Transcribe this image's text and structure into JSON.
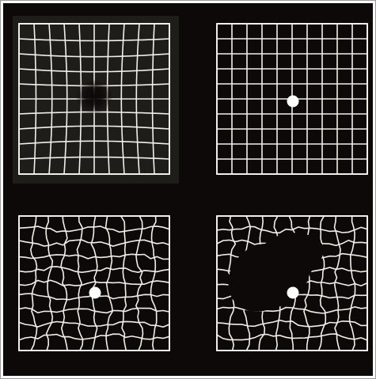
{
  "figure": {
    "background_color": "#0c0908",
    "frame_color": "#ffffff",
    "line_color": "#f2efe9",
    "panel_tint_color": "#1f1d1a",
    "fixation_dot_color": "#ffffff",
    "scotoma_color": "#0c0908"
  },
  "panels": [
    {
      "id": "top-left",
      "pattern": "barrel-warp-with-central-dark-spot",
      "has_fixation_dot": false,
      "has_scotoma": false,
      "has_shaded_backdrop": true
    },
    {
      "id": "top-right",
      "pattern": "regular-square-grid",
      "has_fixation_dot": true,
      "has_scotoma": false,
      "has_shaded_backdrop": false
    },
    {
      "id": "bottom-left",
      "pattern": "wavy-distorted-grid",
      "has_fixation_dot": true,
      "has_scotoma": false,
      "has_shaded_backdrop": false
    },
    {
      "id": "bottom-right",
      "pattern": "wavy-distorted-grid-with-blind-spot",
      "has_fixation_dot": true,
      "has_scotoma": true,
      "has_shaded_backdrop": false
    }
  ]
}
